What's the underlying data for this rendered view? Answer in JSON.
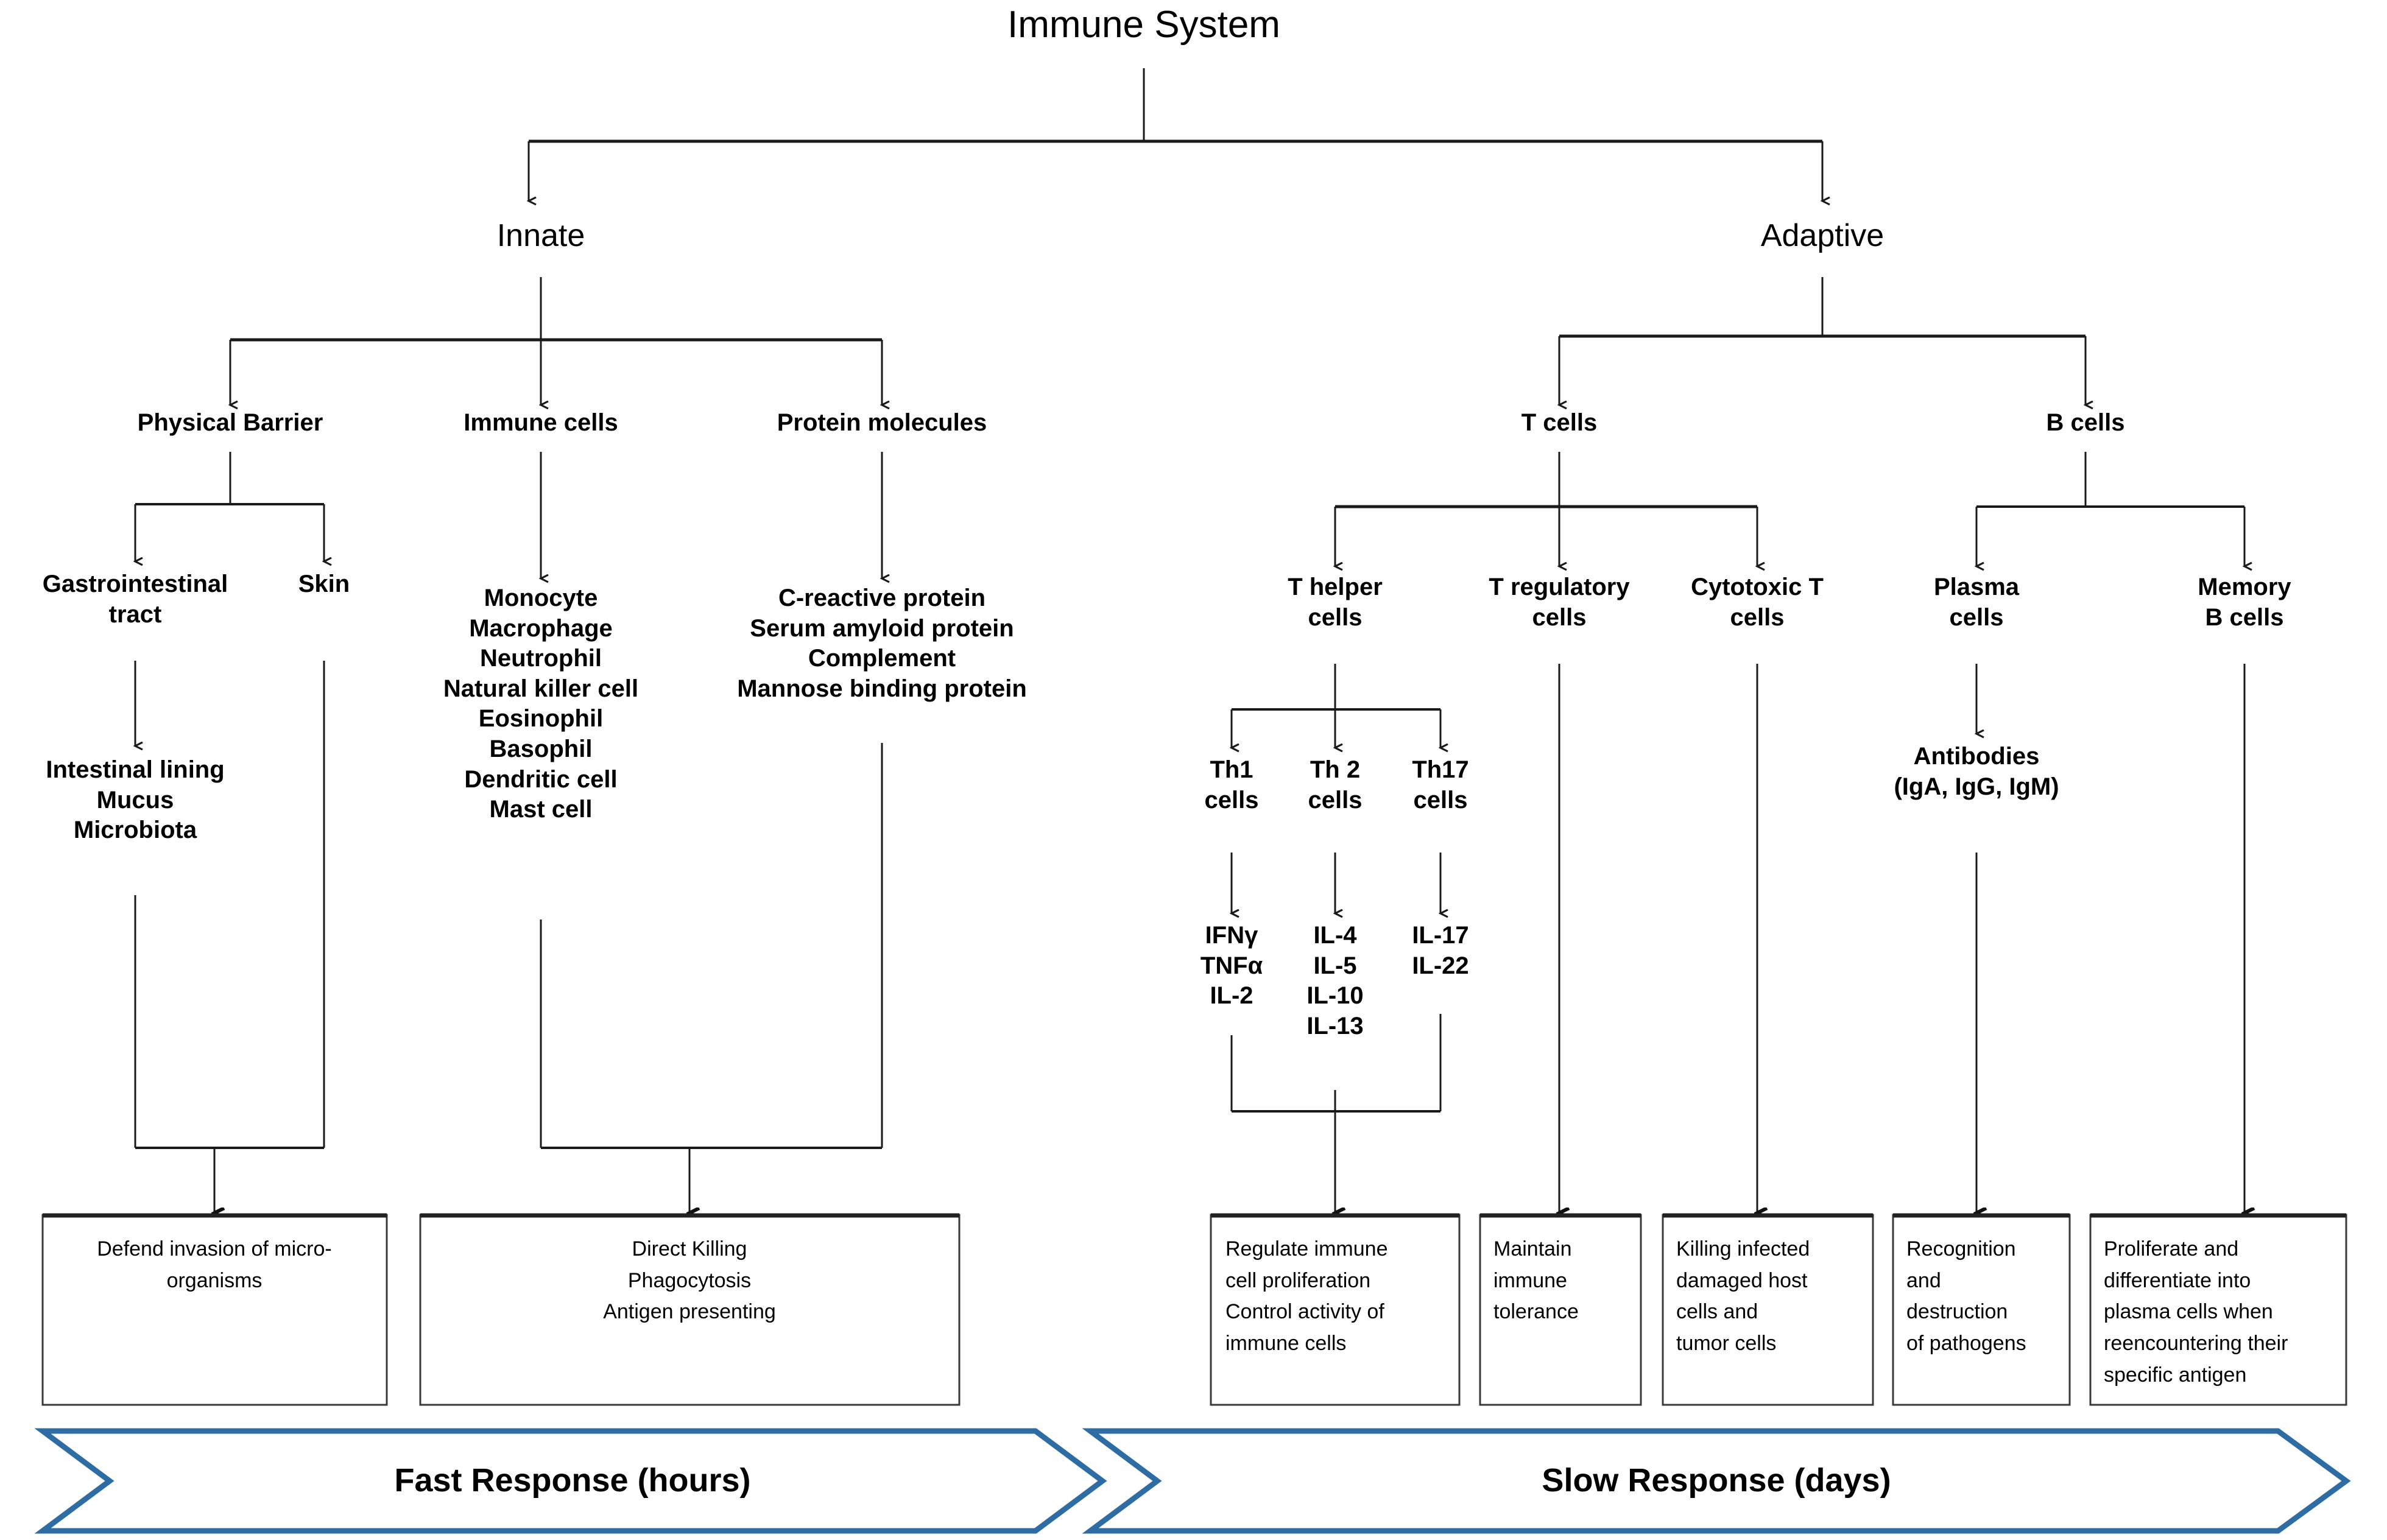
{
  "diagram": {
    "title": "Immune System",
    "colors": {
      "line": "#1a1a1a",
      "banner_border": "#2E6DA4",
      "banner_fill": "#ffffff",
      "text": "#000000"
    },
    "branches": [
      {
        "id": "innate",
        "label": "Innate"
      },
      {
        "id": "adaptive",
        "label": "Adaptive"
      }
    ],
    "innate": {
      "categories": [
        {
          "id": "physical-barrier",
          "label": "Physical Barrier"
        },
        {
          "id": "immune-cells",
          "label": "Immune cells"
        },
        {
          "id": "protein-molecules",
          "label": "Protein molecules"
        }
      ],
      "physical_barrier": {
        "children": [
          {
            "id": "gi-tract",
            "label": "Gastrointestinal\ntract"
          },
          {
            "id": "skin",
            "label": "Skin"
          }
        ],
        "gi_tract_items": "Intestinal lining\nMucus\nMicrobiota"
      },
      "immune_cells_items": "Monocyte\nMacrophage\nNeutrophil\nNatural killer cell\nEosinophil\nBasophil\nDendritic cell\nMast cell",
      "protein_molecules_items": "C-reactive protein\nSerum amyloid protein\nComplement\nMannose binding protein"
    },
    "adaptive": {
      "categories": [
        {
          "id": "t-cells",
          "label": "T cells"
        },
        {
          "id": "b-cells",
          "label": "B cells"
        }
      ],
      "t_cell_subsets": [
        {
          "id": "t-helper-cells",
          "label": "T helper\ncells"
        },
        {
          "id": "t-regulatory-cells",
          "label": "T regulatory\ncells"
        },
        {
          "id": "cytotoxic-t-cells",
          "label": "Cytotoxic T\ncells"
        }
      ],
      "th_subsets": [
        {
          "id": "th1-cells",
          "label": "Th1\ncells",
          "cytokines": "IFNγ\nTNFα\nIL-2"
        },
        {
          "id": "th2-cells",
          "label": "Th 2\ncells",
          "cytokines": "IL-4\nIL-5\nIL-10\nIL-13"
        },
        {
          "id": "th17-cells",
          "label": "Th17\ncells",
          "cytokines": "IL-17\nIL-22"
        }
      ],
      "b_cell_subsets": [
        {
          "id": "plasma-cells",
          "label": "Plasma\ncells"
        },
        {
          "id": "memory-b-cells",
          "label": "Memory\nB cells"
        }
      ],
      "antibodies": "Antibodies\n(IgA, IgG, IgM)"
    },
    "outcome_boxes": [
      {
        "id": "defend-invasion",
        "text": "Defend invasion of micro-\norganisms",
        "align": "center"
      },
      {
        "id": "direct-killing",
        "text": "Direct Killing\nPhagocytosis\nAntigen presenting",
        "align": "center"
      },
      {
        "id": "regulate-immune",
        "text": "Regulate immune\ncell proliferation\nControl activity of\nimmune cells",
        "align": "left"
      },
      {
        "id": "maintain-tolerance",
        "text": "Maintain\nimmune\ntolerance",
        "align": "left"
      },
      {
        "id": "killing-infected",
        "text": "Killing infected\ndamaged host\ncells and\ntumor cells",
        "align": "left"
      },
      {
        "id": "recognition-destruction",
        "text": "Recognition\nand\ndestruction\nof pathogens",
        "align": "left"
      },
      {
        "id": "proliferate-differentiate",
        "text": "Proliferate and\ndifferentiate into\nplasma cells when\nreencountering  their\nspecific antigen",
        "align": "left"
      }
    ],
    "banners": [
      {
        "id": "fast-response",
        "label": "Fast Response  (hours)"
      },
      {
        "id": "slow-response",
        "label": "Slow Response (days)"
      }
    ]
  }
}
